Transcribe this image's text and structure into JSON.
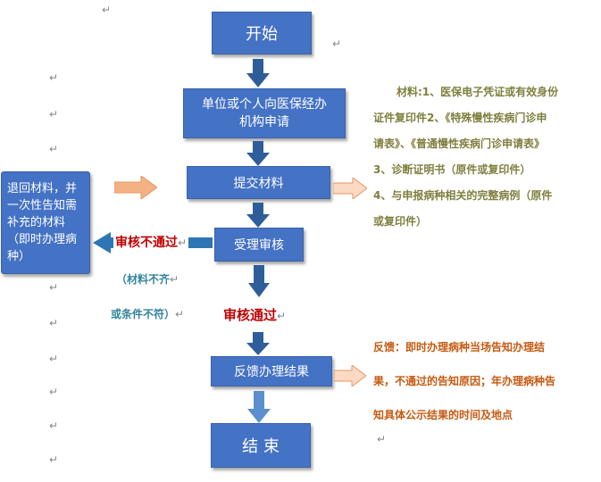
{
  "nodes": {
    "start": "开始",
    "apply": "单位或个人向医保经办机构申请",
    "submit": "提交材料",
    "review": "受理审核",
    "return": "退回材料，并一次性告知需补充的材料（即时办理病种）",
    "feedback": "反馈办理结果",
    "end": "结 束"
  },
  "labels": {
    "rejected": "审核不通过",
    "rejected_reason_1": "（材料不齐",
    "rejected_reason_2": "或条件不符）",
    "approved": "审核通过"
  },
  "materials_note": {
    "lines": [
      "材料:1、医保电子凭证或有效身份",
      "证件复印件2、《特殊慢性疾病门诊申",
      "请表》、《普通慢性疾病门诊申请表》",
      "3、诊断证明书（原件或复印件）",
      "4、与申报病种相关的完整病例（原件",
      "或复印件）"
    ]
  },
  "feedback_note": {
    "lines": [
      "反馈：即时办理病种当场告知办理结",
      "果，不通过的告知原因；年办理病种告",
      "知具体公示结果的时间及地点"
    ]
  },
  "return_mark": "↵",
  "colors": {
    "box_fill": "#4472c4",
    "arrow_blue": "#2e5e99",
    "arrow_salmon": "#f4b183",
    "reject_text": "#c00000",
    "reason_text": "#31859c",
    "materials_text": "#7f7f3f",
    "feedback_text": "#c55a11"
  }
}
